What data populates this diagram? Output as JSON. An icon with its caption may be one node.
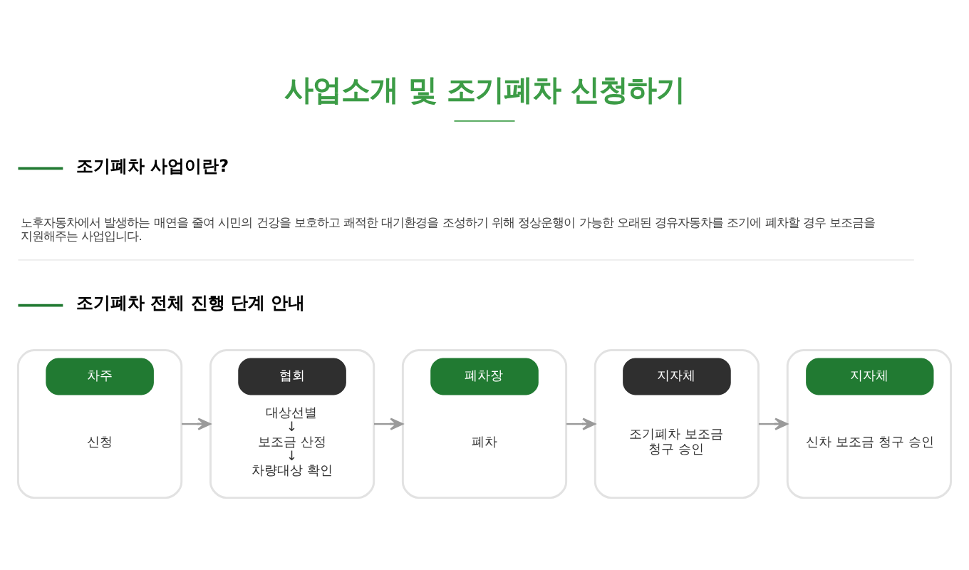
{
  "diagram": {
    "title": "사업소개 및 조기폐차 신청하기",
    "nodes": [
      {
        "text": [
          "차주",
          "신청"
        ]
      },
      {
        "text": [
          "협회",
          "대상선별",
          "↓",
          "보조금 산정",
          "↓",
          "차량대상 확인"
        ]
      },
      {
        "text": [
          "폐차장",
          "폐차"
        ]
      },
      {
        "text": [
          "지자체",
          "조기폐차 보조금 청구 승인"
        ]
      },
      {
        "text": [
          "지자체",
          "신차 보조금 청구 승인"
        ]
      }
    ],
    "edges": [
      {
        "from": 0,
        "to": 1,
        "arrow": "to"
      },
      {
        "from": 1,
        "to": 2,
        "arrow": "to"
      },
      {
        "from": 2,
        "to": 3,
        "arrow": "to"
      },
      {
        "from": 3,
        "to": 4,
        "arrow": "to"
      }
    ],
    "labels": [
      "조기폐차 사업이란?",
      "노후자동차에서 발생하는 매연을 줄여 시민의 건강을 보호하고 쾌적한 대기환경을 조성하기 위해 정상운행이 가능한 오래된 경유자동차를 조기에 폐차할 경우 보조금을 지원해주는 사업입니다.",
      "조기폐차 전체 진행 단계 안내"
    ]
  }
}
